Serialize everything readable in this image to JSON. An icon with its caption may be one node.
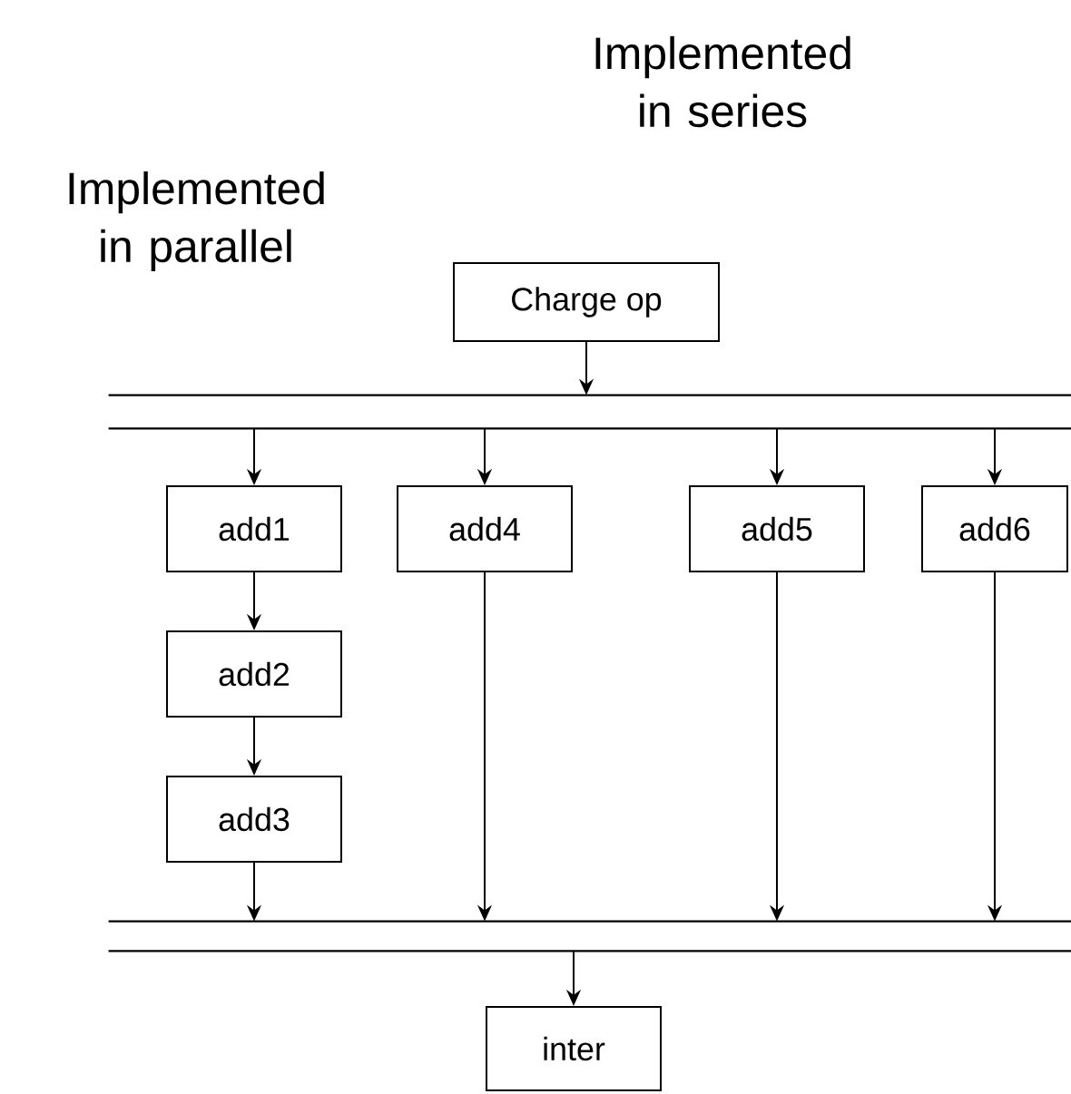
{
  "diagram": {
    "nodes": [
      {
        "text": [
          "Charge op"
        ]
      },
      {
        "text": [],
        "shape": "bar"
      },
      {
        "text": [
          "add1"
        ]
      },
      {
        "text": [
          "add4"
        ]
      },
      {
        "text": [
          "add5"
        ]
      },
      {
        "text": [
          "add6"
        ]
      },
      {
        "text": [
          "add2"
        ]
      },
      {
        "text": [
          "add3"
        ]
      },
      {
        "text": [],
        "shape": "bar"
      },
      {
        "text": [
          "inter"
        ]
      }
    ],
    "edges": [
      {
        "from": 0,
        "to": 1,
        "arrow": "to"
      },
      {
        "from": 1,
        "to": 2,
        "arrow": "to"
      },
      {
        "from": 1,
        "to": 3,
        "arrow": "to"
      },
      {
        "from": 1,
        "to": 4,
        "arrow": "to"
      },
      {
        "from": 1,
        "to": 5,
        "arrow": "to"
      },
      {
        "from": 2,
        "to": 6,
        "arrow": "to"
      },
      {
        "from": 6,
        "to": 7,
        "arrow": "to"
      },
      {
        "from": 7,
        "to": 8,
        "arrow": "to"
      },
      {
        "from": 3,
        "to": 8,
        "arrow": "to"
      },
      {
        "from": 4,
        "to": 8,
        "arrow": "to"
      },
      {
        "from": 5,
        "to": 8,
        "arrow": "to"
      },
      {
        "from": 8,
        "to": 9,
        "arrow": "to"
      }
    ],
    "labels": [
      "Implemented in series",
      "Implemented in parallel"
    ]
  }
}
